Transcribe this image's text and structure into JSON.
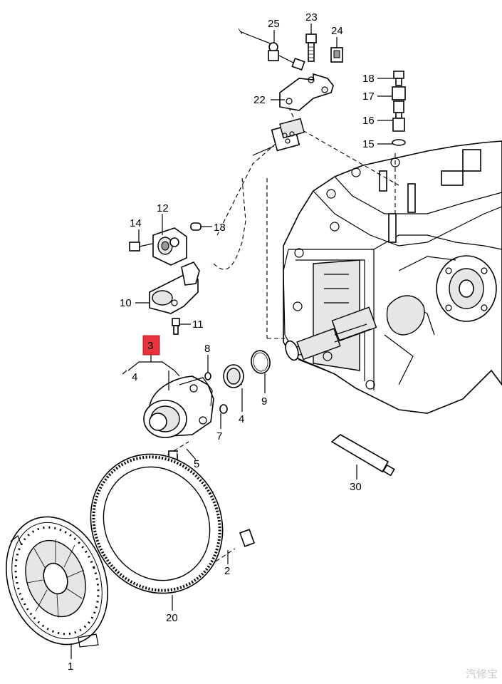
{
  "labels": {
    "l1": "1",
    "l2": "2",
    "l3": "3",
    "l4a": "4",
    "l4b": "4",
    "l5": "5",
    "l7": "7",
    "l8": "8",
    "l9": "9",
    "l10": "10",
    "l11": "11",
    "l12": "12",
    "l13": "13",
    "l14": "14",
    "l15": "15",
    "l16": "16",
    "l17": "17",
    "l18": "18",
    "l20": "20",
    "l22": "22",
    "l23": "23",
    "l24": "24",
    "l25": "25",
    "l30": "30"
  },
  "highlight_color": "#e8323c",
  "watermark": "汽修宝"
}
